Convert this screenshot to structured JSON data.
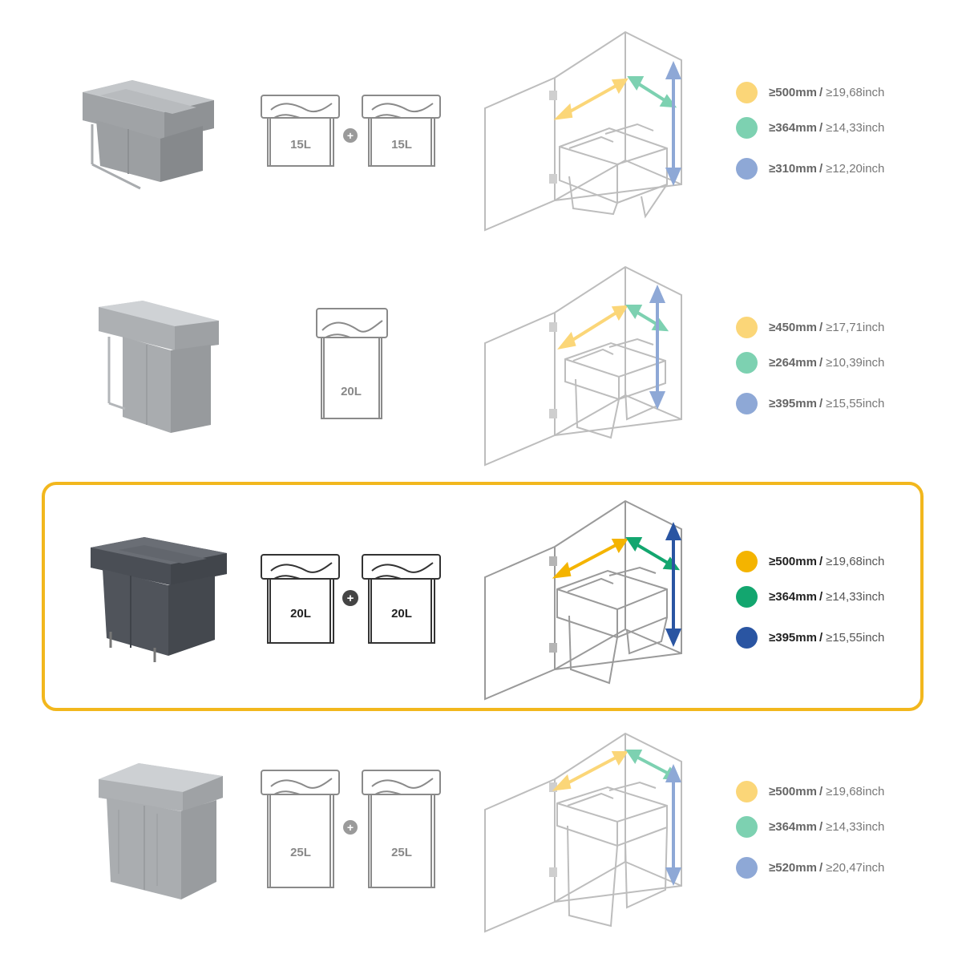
{
  "rows": [
    {
      "capacities": [
        "15L",
        "15L"
      ],
      "plus_sign": "+",
      "dims": [
        {
          "mm": "≥500mm",
          "inch": "≥19,68inch",
          "color": "#fbd678"
        },
        {
          "mm": "≥364mm",
          "inch": "≥14,33inch",
          "color": "#7dd1b1"
        },
        {
          "mm": "≥310mm",
          "inch": "≥12,20inch",
          "color": "#8ea8d6"
        }
      ]
    },
    {
      "capacities": [
        "20L"
      ],
      "plus_sign": "",
      "dims": [
        {
          "mm": "≥450mm",
          "inch": "≥17,71inch",
          "color": "#fbd678"
        },
        {
          "mm": "≥264mm",
          "inch": "≥10,39inch",
          "color": "#7dd1b1"
        },
        {
          "mm": "≥395mm",
          "inch": "≥15,55inch",
          "color": "#8ea8d6"
        }
      ]
    },
    {
      "capacities": [
        "20L",
        "20L"
      ],
      "plus_sign": "+",
      "highlighted": true,
      "dims": [
        {
          "mm": "≥500mm",
          "inch": "≥19,68inch",
          "color": "#f4b400"
        },
        {
          "mm": "≥364mm",
          "inch": "≥14,33inch",
          "color": "#13a66f"
        },
        {
          "mm": "≥395mm",
          "inch": "≥15,55inch",
          "color": "#2a55a2"
        }
      ]
    },
    {
      "capacities": [
        "25L",
        "25L"
      ],
      "plus_sign": "+",
      "dims": [
        {
          "mm": "≥500mm",
          "inch": "≥19,68inch",
          "color": "#fbd678"
        },
        {
          "mm": "≥364mm",
          "inch": "≥14,33inch",
          "color": "#7dd1b1"
        },
        {
          "mm": "≥520mm",
          "inch": "≥20,47inch",
          "color": "#8ea8d6"
        }
      ]
    }
  ],
  "colors": {
    "highlight_frame": "#f2b71d",
    "product_light": "#9a9da0",
    "product_dark": "#4d5157",
    "outline": "#8a8a8a"
  }
}
